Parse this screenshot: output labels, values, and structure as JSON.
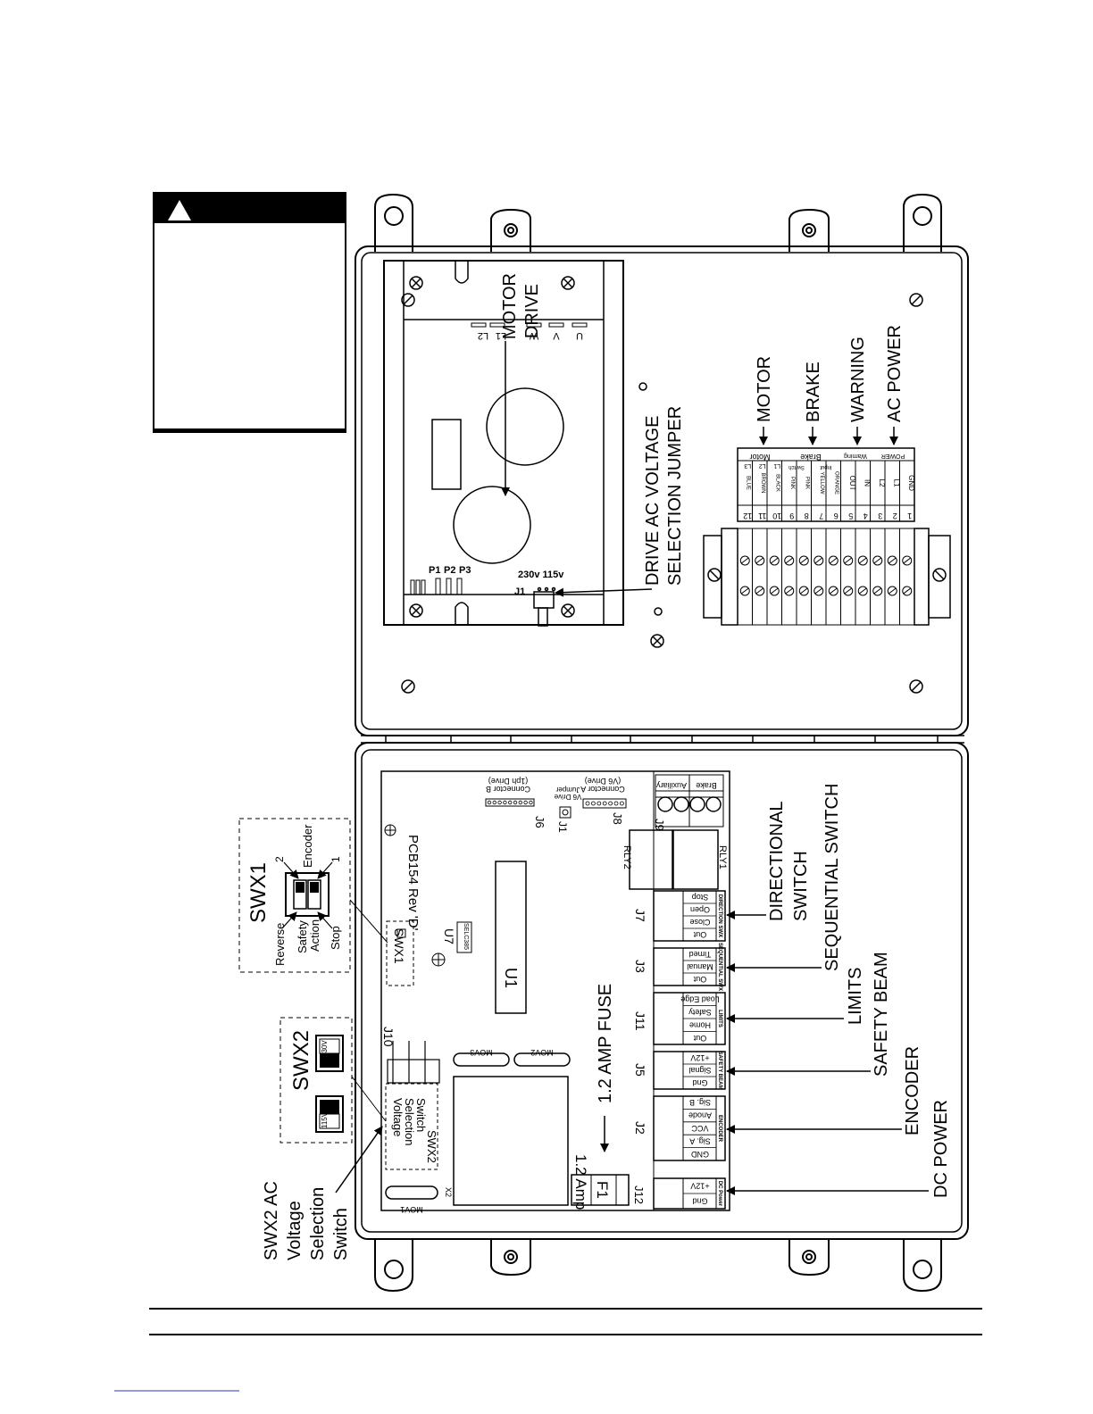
{
  "top_panel": {
    "motor_drive": [
      "MOTOR",
      "DRIVE"
    ],
    "drive_jumper": [
      "DRIVE AC VOLTAGE",
      "SELECTION JUMPER"
    ],
    "motor": "MOTOR",
    "brake": "BRAKE",
    "warning": "WARNING",
    "ac_power": "AC POWER",
    "drive_labels": {
      "terminals": [
        "L2",
        "L1",
        "W",
        "V",
        "U"
      ],
      "pots": [
        "P1",
        "P2",
        "P3"
      ],
      "voltage": "230v 115v",
      "jumper": "J1"
    },
    "terminal_block": {
      "groups": [
        "Motor",
        "Brake",
        "Warning",
        "POWER"
      ],
      "subgroups": [
        "Switch",
        "Input"
      ],
      "numbers": [
        "12",
        "11",
        "10",
        "9",
        "8",
        "7",
        "6",
        "5",
        "4",
        "3",
        "2",
        "1"
      ],
      "wires": [
        "BLUE",
        "BROWN",
        "BLACK",
        "PINK",
        "PINK",
        "YELLOW",
        "ORANGE",
        "OUT",
        "IN",
        "L2",
        "L1",
        "GND"
      ],
      "codes": [
        "L3",
        "L2",
        "L1"
      ]
    }
  },
  "bottom_panel": {
    "pcb": "PCB154 Rev 'D'",
    "connectors": {
      "j6": "J6",
      "j1": "J1",
      "j8": "J8",
      "j9": "J9",
      "connector_b": [
        "Connector B",
        "(1ph Drive)"
      ],
      "v6_jumper": [
        "V6 Drive",
        "Jumper"
      ],
      "connector_a": [
        "Connector A",
        "(V6 Drive)"
      ],
      "aux": "Auxiliary",
      "brake": "Brake",
      "rly1": "RLY1",
      "rly2": "RLY2",
      "u7": "U7",
      "u7_chip": "SELC385",
      "u1": "U1",
      "swx1": "SWX1",
      "j10": "J10",
      "mov3": "MOV3",
      "mov2": "MOV2",
      "mov1": "MOV1",
      "x2": "X2",
      "swx2_box": [
        "Voltage",
        "Selection",
        "Switch",
        "SWX2"
      ],
      "fuse": "F1",
      "fuse_rating": "1.2 Amp",
      "fuse_label": "1.2 AMP FUSE"
    },
    "terminal_groups": [
      {
        "id": "J7",
        "title": "DIRECTION SWX",
        "pins": [
          "Stop",
          "Open",
          "Close",
          "Out"
        ]
      },
      {
        "id": "J3",
        "title": "SEQUENTIAL SWX",
        "pins": [
          "Timed",
          "Manual",
          "Out"
        ]
      },
      {
        "id": "J11",
        "title": "LIMITS",
        "pins": [
          "Load Edge",
          "Safety",
          "Home",
          "Out"
        ]
      },
      {
        "id": "J5",
        "title": "SAFETY BEAM",
        "pins": [
          "+12V",
          "Signal",
          "Gnd"
        ]
      },
      {
        "id": "J2",
        "title": "ENCODER",
        "pins": [
          "Sig. B",
          "Anode",
          "VCC",
          "Sig. A",
          "GND"
        ]
      },
      {
        "id": "J12",
        "title": "DC Power",
        "pins": [
          "+12V",
          "Gnd"
        ]
      }
    ],
    "callouts": {
      "directional": [
        "DIRECTIONAL",
        "SWITCH"
      ],
      "sequential": "SEQUENTIAL SWITCH",
      "limits": "LIMITS",
      "safety_beam": "SAFETY BEAM",
      "encoder": "ENCODER",
      "dc_power": "DC POWER"
    }
  },
  "swx1_detail": {
    "title": "SWX1",
    "encoder": "Encoder",
    "pos2": "2",
    "pos1": "1",
    "reverse": "Reverse",
    "safety_action": [
      "Safety",
      "Action"
    ],
    "stop": "Stop"
  },
  "swx2_detail": {
    "title": "SWX2",
    "v230": "230V",
    "v115": "115V"
  },
  "swx2_callout": [
    "SWX2 AC",
    "Voltage",
    "Selection",
    "Switch"
  ]
}
